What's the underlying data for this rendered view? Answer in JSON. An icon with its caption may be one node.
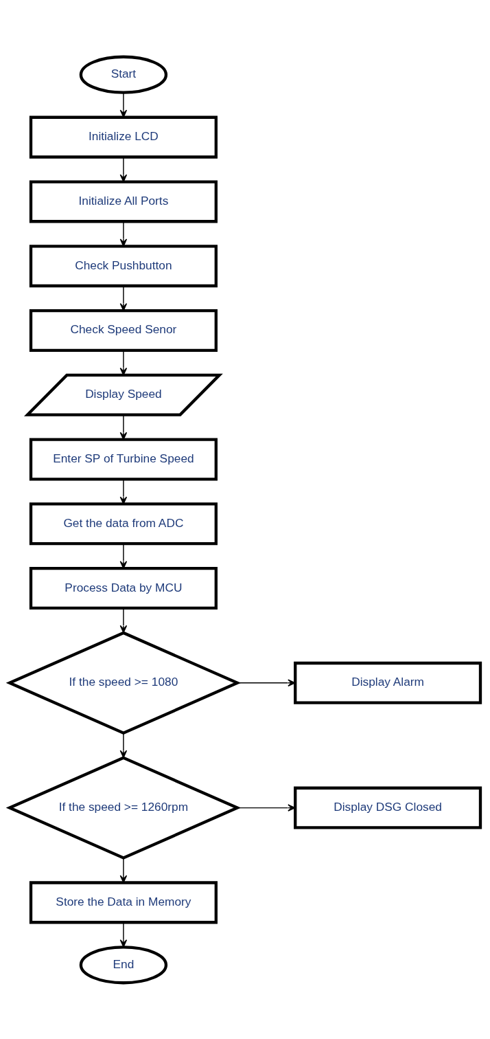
{
  "diagram": {
    "nodes": [
      {
        "text": [
          "Start"
        ]
      },
      {
        "text": [
          "Initialize LCD"
        ]
      },
      {
        "text": [
          "Initialize All Ports"
        ]
      },
      {
        "text": [
          "Check Pushbutton"
        ]
      },
      {
        "text": [
          "Check Speed Senor"
        ]
      },
      {
        "text": [
          "Display Speed"
        ]
      },
      {
        "text": [
          "Enter SP of Turbine Speed"
        ]
      },
      {
        "text": [
          "Get the data from ADC"
        ]
      },
      {
        "text": [
          "Process Data by MCU"
        ]
      },
      {
        "text": [
          "If the speed >= 1080"
        ]
      },
      {
        "text": [
          "Display Alarm"
        ]
      },
      {
        "text": [
          "If the speed >= 1260rpm"
        ]
      },
      {
        "text": [
          "Display DSG Closed"
        ]
      },
      {
        "text": [
          "Store the Data in Memory"
        ]
      },
      {
        "text": [
          "End"
        ]
      }
    ],
    "edges": [
      {
        "from": 0,
        "to": 1,
        "arrow": "to"
      },
      {
        "from": 1,
        "to": 2,
        "arrow": "to"
      },
      {
        "from": 2,
        "to": 3,
        "arrow": "to"
      },
      {
        "from": 3,
        "to": 4,
        "arrow": "to"
      },
      {
        "from": 4,
        "to": 5,
        "arrow": "to"
      },
      {
        "from": 5,
        "to": 6,
        "arrow": "to"
      },
      {
        "from": 6,
        "to": 7,
        "arrow": "to"
      },
      {
        "from": 7,
        "to": 8,
        "arrow": "to"
      },
      {
        "from": 8,
        "to": 9,
        "arrow": "to"
      },
      {
        "from": 9,
        "to": 10,
        "arrow": "to"
      },
      {
        "from": 9,
        "to": 11,
        "arrow": "to"
      },
      {
        "from": 11,
        "to": 12,
        "arrow": "to"
      },
      {
        "from": 11,
        "to": 13,
        "arrow": "to"
      },
      {
        "from": 13,
        "to": 14,
        "arrow": "to"
      }
    ]
  }
}
